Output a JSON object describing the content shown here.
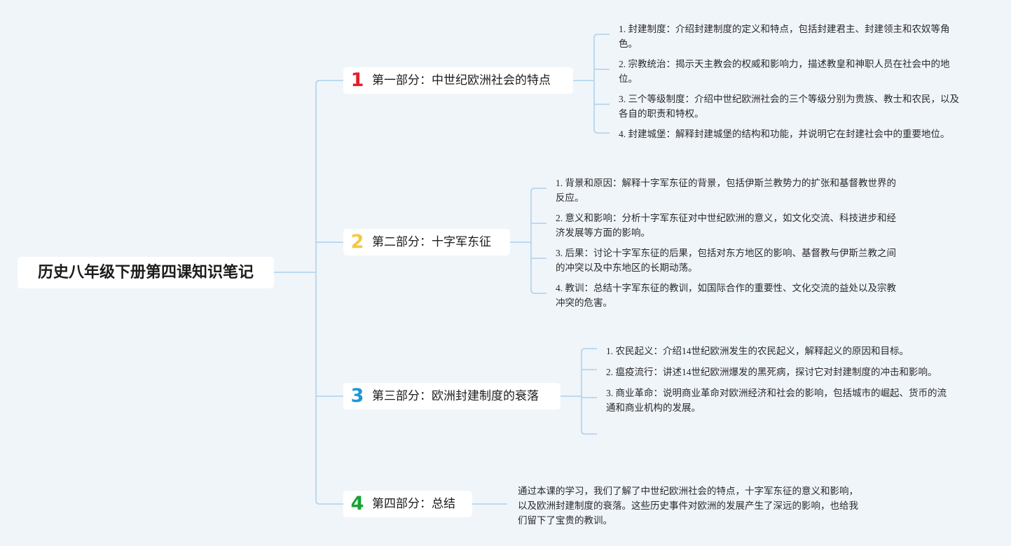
{
  "root": {
    "title": "历史八年级下册第四课知识笔记"
  },
  "sections": [
    {
      "number": "1",
      "number_color": "#e21f2b",
      "label": "第一部分：中世纪欧洲社会的特点",
      "items": [
        "1. 封建制度：介绍封建制度的定义和特点，包括封建君主、封建领主和农奴等角色。",
        "2. 宗教统治：揭示天主教会的权威和影响力，描述教皇和神职人员在社会中的地位。",
        "3. 三个等级制度：介绍中世纪欧洲社会的三个等级分别为贵族、教士和农民，以及各自的职责和特权。",
        "4. 封建城堡：解释封建城堡的结构和功能，并说明它在封建社会中的重要地位。"
      ]
    },
    {
      "number": "2",
      "number_color": "#f5c842",
      "label": "第二部分：十字军东征",
      "items": [
        "1. 背景和原因：解释十字军东征的背景，包括伊斯兰教势力的扩张和基督教世界的反应。",
        "2. 意义和影响：分析十字军东征对中世纪欧洲的意义，如文化交流、科技进步和经济发展等方面的影响。",
        "3. 后果：讨论十字军东征的后果，包括对东方地区的影响、基督教与伊斯兰教之间的冲突以及中东地区的长期动荡。",
        "4. 教训：总结十字军东征的教训，如国际合作的重要性、文化交流的益处以及宗教冲突的危害。"
      ]
    },
    {
      "number": "3",
      "number_color": "#1e96d8",
      "label": "第三部分：欧洲封建制度的衰落",
      "items": [
        "1. 农民起义：介绍14世纪欧洲发生的农民起义，解释起义的原因和目标。",
        "2. 瘟疫流行：讲述14世纪欧洲爆发的黑死病，探讨它对封建制度的冲击和影响。",
        "3. 商业革命：说明商业革命对欧洲经济和社会的影响，包括城市的崛起、货币的流通和商业机构的发展。",
        ""
      ]
    },
    {
      "number": "4",
      "number_color": "#17a233",
      "label": "第四部分：总结",
      "items": [
        "通过本课的学习，我们了解了中世纪欧洲社会的特点，十字军东征的意义和影响，以及欧洲封建制度的衰落。这些历史事件对欧洲的发展产生了深远的影响，也给我们留下了宝贵的教训。"
      ]
    }
  ],
  "colors": {
    "connector": "#a9d2eb",
    "background": "#f0f5fa"
  }
}
